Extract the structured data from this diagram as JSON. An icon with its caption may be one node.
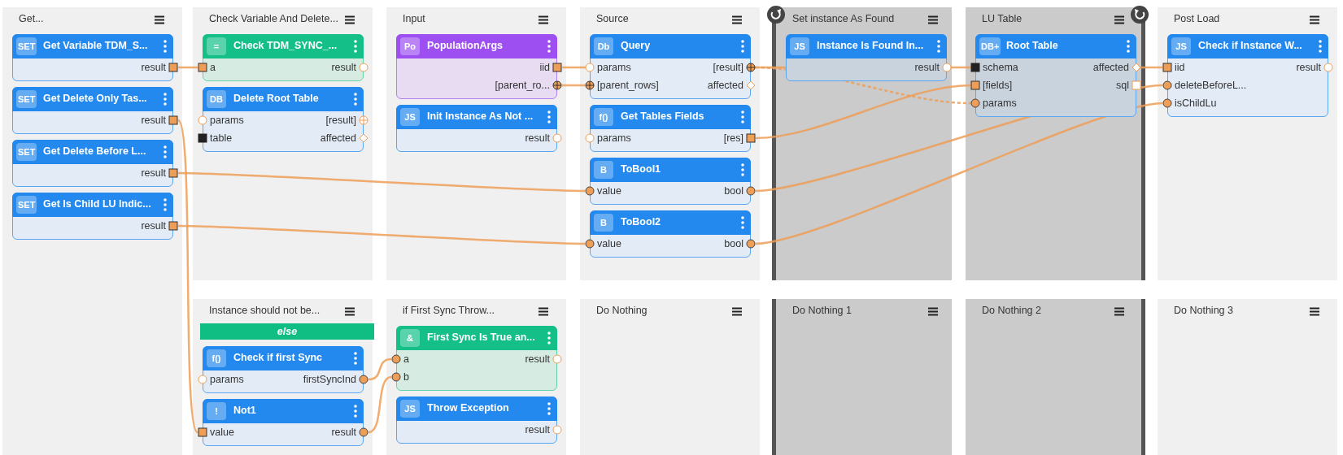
{
  "diagram": {
    "nodes": [
      {
        "text": [
          "Get..."
        ]
      },
      {
        "text": [
          "SET",
          "Get Variable TDM_S..."
        ],
        "in": 0
      },
      {
        "text": [
          "result"
        ],
        "in": 1
      },
      {
        "text": [
          "SET",
          "Get Delete Only Tas..."
        ],
        "in": 0
      },
      {
        "text": [
          "result"
        ],
        "in": 3
      },
      {
        "text": [
          "SET",
          "Get Delete Before L..."
        ],
        "in": 0
      },
      {
        "text": [
          "result"
        ],
        "in": 5
      },
      {
        "text": [
          "SET",
          "Get Is Child LU Indic..."
        ],
        "in": 0
      },
      {
        "text": [
          "result"
        ],
        "in": 7
      },
      {
        "text": [
          "Check Variable And Delete..."
        ]
      },
      {
        "text": [
          "=",
          "Check TDM_SYNC_..."
        ],
        "in": 9
      },
      {
        "text": [
          "a"
        ],
        "in": 10
      },
      {
        "text": [
          "result"
        ],
        "in": 10
      },
      {
        "text": [
          "DB",
          "Delete Root Table"
        ],
        "in": 9
      },
      {
        "text": [
          "params"
        ],
        "in": 13
      },
      {
        "text": [
          "[result]"
        ],
        "in": 13
      },
      {
        "text": [
          "table"
        ],
        "in": 13
      },
      {
        "text": [
          "affected"
        ],
        "in": 13
      },
      {
        "text": [
          "Input"
        ]
      },
      {
        "text": [
          "Po",
          "PopulationArgs"
        ],
        "in": 18
      },
      {
        "text": [
          "iid"
        ],
        "in": 19
      },
      {
        "text": [
          "[parent_ro..."
        ],
        "in": 19
      },
      {
        "text": [
          "JS",
          "Init Instance As Not ..."
        ],
        "in": 18
      },
      {
        "text": [
          "result"
        ],
        "in": 22
      },
      {
        "text": [
          "Source"
        ]
      },
      {
        "text": [
          "Db",
          "Query"
        ],
        "in": 24
      },
      {
        "text": [
          "params"
        ],
        "in": 25
      },
      {
        "text": [
          "[result]"
        ],
        "in": 25
      },
      {
        "text": [
          "[parent_rows]"
        ],
        "in": 25
      },
      {
        "text": [
          "affected"
        ],
        "in": 25
      },
      {
        "text": [
          "f()",
          "Get Tables Fields"
        ],
        "in": 24
      },
      {
        "text": [
          "params"
        ],
        "in": 30
      },
      {
        "text": [
          "[res]"
        ],
        "in": 30
      },
      {
        "text": [
          "B",
          "ToBool1"
        ],
        "in": 24
      },
      {
        "text": [
          "value"
        ],
        "in": 33
      },
      {
        "text": [
          "bool"
        ],
        "in": 33
      },
      {
        "text": [
          "B",
          "ToBool2"
        ],
        "in": 24
      },
      {
        "text": [
          "value"
        ],
        "in": 36
      },
      {
        "text": [
          "bool"
        ],
        "in": 36
      },
      {
        "text": [
          "Set instance As Found"
        ]
      },
      {
        "text": [
          "JS",
          "Instance Is Found In..."
        ],
        "in": 39
      },
      {
        "text": [
          "result"
        ],
        "in": 40
      },
      {
        "text": [
          "LU Table"
        ]
      },
      {
        "text": [
          "DB+",
          "Root Table"
        ],
        "in": 42
      },
      {
        "text": [
          "schema"
        ],
        "in": 43
      },
      {
        "text": [
          "affected"
        ],
        "in": 43
      },
      {
        "text": [
          "[fields]"
        ],
        "in": 43
      },
      {
        "text": [
          "sql"
        ],
        "in": 43
      },
      {
        "text": [
          "params"
        ],
        "in": 43
      },
      {
        "text": [
          "Post Load"
        ]
      },
      {
        "text": [
          "JS",
          "Check if Instance W..."
        ],
        "in": 49
      },
      {
        "text": [
          "iid"
        ],
        "in": 50
      },
      {
        "text": [
          "result"
        ],
        "in": 50
      },
      {
        "text": [
          "deleteBeforeL..."
        ],
        "in": 50
      },
      {
        "text": [
          "isChildLu"
        ],
        "in": 50
      },
      {
        "text": [
          "Instance should not be..."
        ]
      },
      {
        "text": [
          "else"
        ],
        "in": 55
      },
      {
        "text": [
          "f()",
          "Check if first Sync"
        ],
        "in": 55
      },
      {
        "text": [
          "params"
        ],
        "in": 57
      },
      {
        "text": [
          "firstSyncInd"
        ],
        "in": 57
      },
      {
        "text": [
          "!",
          "Not1"
        ],
        "in": 55
      },
      {
        "text": [
          "value"
        ],
        "in": 60
      },
      {
        "text": [
          "result"
        ],
        "in": 60
      },
      {
        "text": [
          "if First Sync Throw..."
        ]
      },
      {
        "text": [
          "&",
          "First Sync Is True an..."
        ],
        "in": 63
      },
      {
        "text": [
          "a"
        ],
        "in": 64
      },
      {
        "text": [
          "result"
        ],
        "in": 64
      },
      {
        "text": [
          "b"
        ],
        "in": 64
      },
      {
        "text": [
          "JS",
          "Throw Exception"
        ],
        "in": 63
      },
      {
        "text": [
          "result"
        ],
        "in": 68
      },
      {
        "text": [
          "Do Nothing"
        ]
      },
      {
        "text": [
          "Do Nothing 1"
        ]
      },
      {
        "text": [
          "Do Nothing 2"
        ]
      },
      {
        "text": [
          "Do Nothing 3"
        ]
      }
    ],
    "edges": [
      {
        "from": 2,
        "to": 11,
        "arrow": "none"
      },
      {
        "from": 4,
        "to": 61,
        "arrow": "none"
      },
      {
        "from": 6,
        "to": 34,
        "arrow": "none"
      },
      {
        "from": 8,
        "to": 37,
        "arrow": "none"
      },
      {
        "from": 20,
        "to": 51,
        "arrow": "none"
      },
      {
        "from": 21,
        "to": 28,
        "arrow": "none"
      },
      {
        "from": 27,
        "to": 48,
        "arrow": "none",
        "style": "dashed"
      },
      {
        "from": 32,
        "to": 46,
        "arrow": "none"
      },
      {
        "from": 35,
        "to": 53,
        "arrow": "none"
      },
      {
        "from": 38,
        "to": 54,
        "arrow": "none"
      },
      {
        "from": 59,
        "to": 65,
        "arrow": "none"
      },
      {
        "from": 62,
        "to": 67,
        "arrow": "none"
      }
    ]
  }
}
